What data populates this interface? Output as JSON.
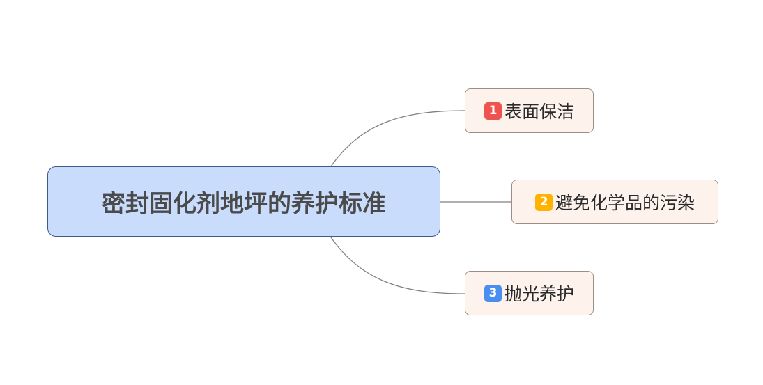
{
  "root": {
    "title": "密封固化剂地坪的养护标准"
  },
  "branches": [
    {
      "badge": "1",
      "label": "表面保洁",
      "badge_color": "#ef5350"
    },
    {
      "badge": "2",
      "label": "避免化学品的污染",
      "badge_color": "#ffb300"
    },
    {
      "badge": "3",
      "label": "抛光养护",
      "badge_color": "#4a8ff0"
    }
  ],
  "colors": {
    "root_fill": "#c9dcfc",
    "node_fill": "#fdf3ec",
    "line": "#808080"
  }
}
